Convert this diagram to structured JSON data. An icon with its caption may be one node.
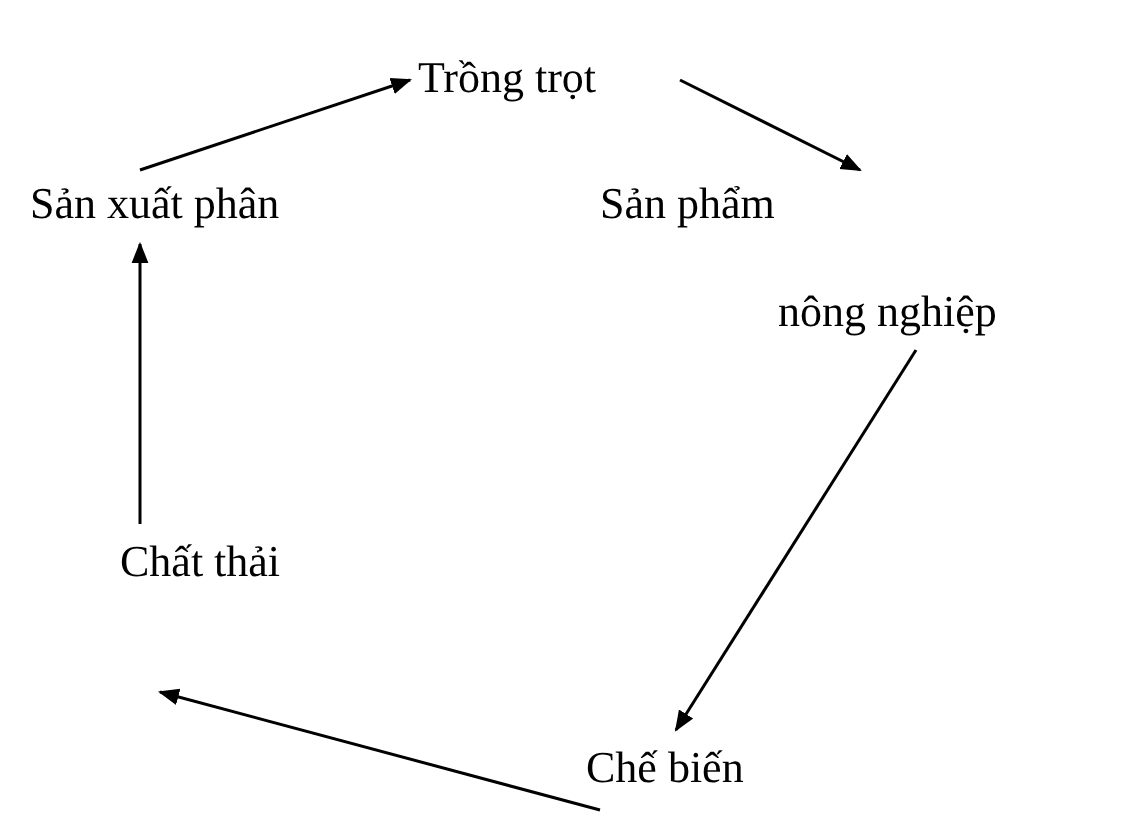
{
  "diagram": {
    "nodes": [
      {
        "text": [
          "Trồng trọt"
        ]
      },
      {
        "text": [
          "Sản phẩm",
          "nông nghiệp"
        ]
      },
      {
        "text": [
          "Chế biến"
        ]
      },
      {
        "text": [
          "Chất thải"
        ]
      },
      {
        "text": [
          "Sản xuất phân"
        ]
      }
    ],
    "edges": [
      {
        "from": 0,
        "to": 1,
        "arrow": "to"
      },
      {
        "from": 1,
        "to": 2,
        "arrow": "to"
      },
      {
        "from": 2,
        "to": 3,
        "arrow": "to"
      },
      {
        "from": 3,
        "to": 4,
        "arrow": "to"
      },
      {
        "from": 4,
        "to": 0,
        "arrow": "to"
      }
    ]
  }
}
